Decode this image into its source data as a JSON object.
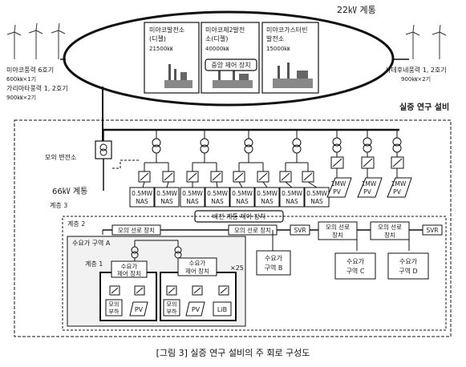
{
  "grid_22kv_label": "22㎸ 계통",
  "left_wind_farm": {
    "lines": [
      "미야코풍력 6호기",
      "600㎾×1기",
      "가리마타풍력 1, 2호기",
      "900㎾×2기"
    ]
  },
  "right_wind_farm": {
    "lines": [
      "사데후네풍력 1, 2호기",
      "900㎾×2기"
    ]
  },
  "power_plants": [
    {
      "name_lines": [
        "미야코발전소",
        "(디젤)"
      ],
      "capacity": "21500㎾"
    },
    {
      "name_lines": [
        "미야코제2발전",
        "소(디젤)"
      ],
      "capacity": "40000㎾"
    },
    {
      "name_lines": [
        "미야코가스터빈",
        "발전소"
      ],
      "capacity": "15000㎾"
    }
  ],
  "central_control_label": "중앙 제어 장치",
  "demo_facility_label": "실증 연구 설비",
  "mock_substation_label": "모의 변전소",
  "grid_66kv_label": "66㎸ 계통",
  "tier3_label": "계층 3",
  "tier2_label": "계층 2",
  "tier1_label": "계층 1",
  "nas_units": [
    {
      "line1": "0.5MW",
      "line2": "NAS"
    },
    {
      "line1": "0.5MW",
      "line2": "NAS"
    },
    {
      "line1": "0.5MW",
      "line2": "NAS"
    },
    {
      "line1": "0.5MW",
      "line2": "NAS"
    },
    {
      "line1": "0.5MW",
      "line2": "NAS"
    },
    {
      "line1": "0.5MW",
      "line2": "NAS"
    },
    {
      "line1": "0.5MW",
      "line2": "NAS"
    },
    {
      "line1": "0.5MW",
      "line2": "NAS"
    }
  ],
  "pv_units": [
    {
      "line1": "1MW",
      "line2": "PV"
    },
    {
      "line1": "1MW",
      "line2": "PV"
    },
    {
      "line1": "1MW",
      "line2": "PV"
    }
  ],
  "distribution_control_label": "배전 계통 제어 장치",
  "mock_line_device_label": "모의 선로 장치",
  "mock_line_device_split": [
    "모의 선로",
    "장치"
  ],
  "svr_label": "SVR",
  "demand_area_a_label": "수요가 구역 A",
  "demand_area_b_lines": [
    "수요가",
    "구역 B"
  ],
  "demand_area_c_lines": [
    "수요가",
    "구역 C"
  ],
  "demand_area_d_lines": [
    "수요가",
    "구역 D"
  ],
  "consumer_control_lines": [
    "수요가",
    "제어 장치"
  ],
  "multiplier_label": "×25",
  "consumer1_loads": {
    "load_lines": [
      "모의",
      "부하"
    ],
    "pv_label": "PV"
  },
  "consumer2_loads": {
    "load_lines": [
      "모의",
      "부하"
    ],
    "pv_label": "PV",
    "lib_label": "LiB"
  },
  "figure_caption": "[그림 3] 실증 연구 설비의 주 회로 구성도"
}
